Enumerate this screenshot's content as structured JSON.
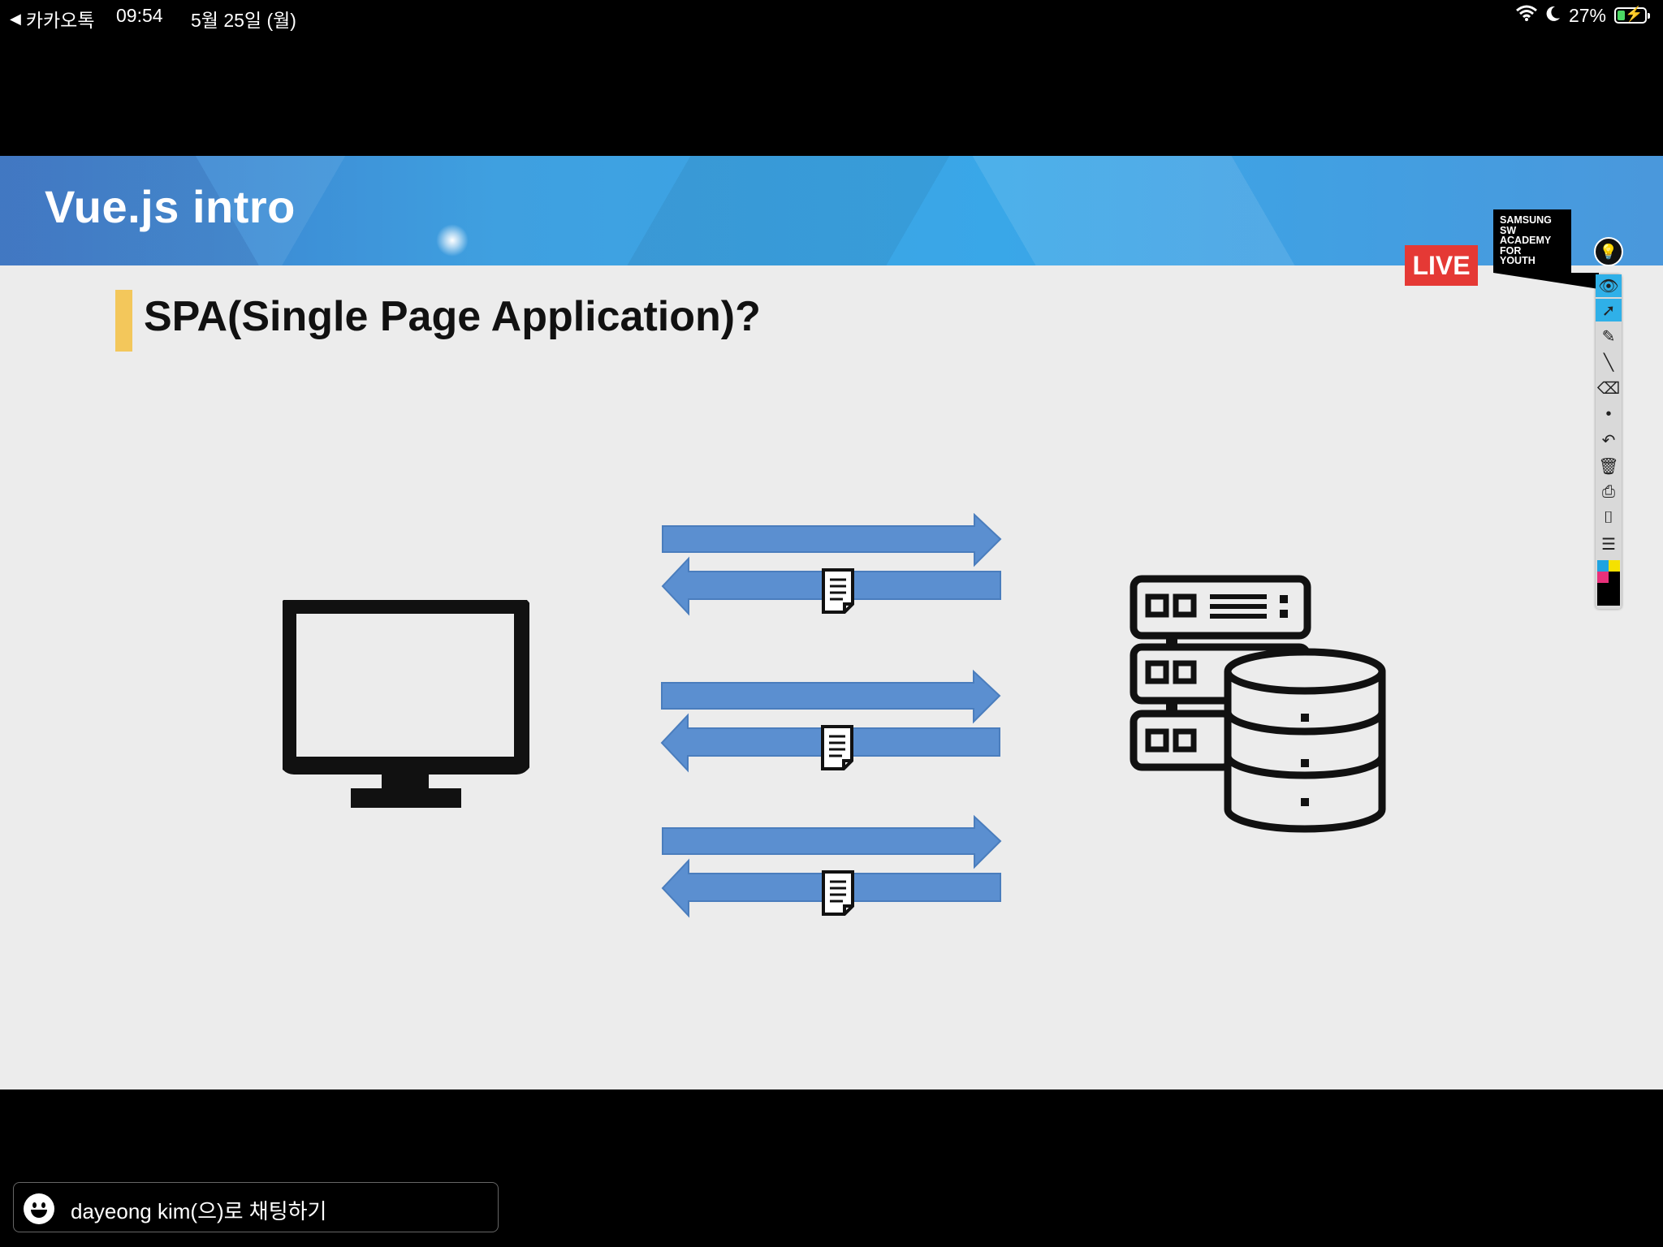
{
  "status_bar": {
    "back_app": "카카오톡",
    "time": "09:54",
    "date": "5월 25일 (월)",
    "battery_percent": "27%",
    "battery_level": 0.27
  },
  "slide": {
    "banner_title": "Vue.js intro",
    "live_badge": "LIVE",
    "logo_lines": [
      "SAMSUNG",
      "SW",
      "ACADEMY",
      "FOR",
      "YOUTH"
    ],
    "heading": "SPA(Single Page Application)?",
    "colors": {
      "banner": "#3fa0e0",
      "accent": "#f3c75b",
      "arrow": "#5b8fd0",
      "live": "#e53935",
      "slide_bg": "#ececec"
    },
    "diagram": {
      "client_icon": "monitor-icon",
      "server_icon": "server-database-icon",
      "exchanges": 3,
      "exchange_icon": "document-icon"
    }
  },
  "annotation_toolbar": {
    "top_icon": "lightbulb-icon",
    "tools": [
      "eye-icon",
      "pointer-icon",
      "highlighter-icon",
      "line-icon",
      "eraser-icon",
      "dot-icon",
      "undo-icon",
      "trash-icon",
      "print-icon",
      "camera-icon",
      "clipboard-icon"
    ],
    "active_tools": [
      "eye-icon",
      "pointer-icon"
    ],
    "palette_colors": [
      "#1fa3e0",
      "#f5e100",
      "#e8307a",
      "#000000"
    ]
  },
  "chat": {
    "placeholder": "dayeong kim(으)로 채팅하기"
  }
}
